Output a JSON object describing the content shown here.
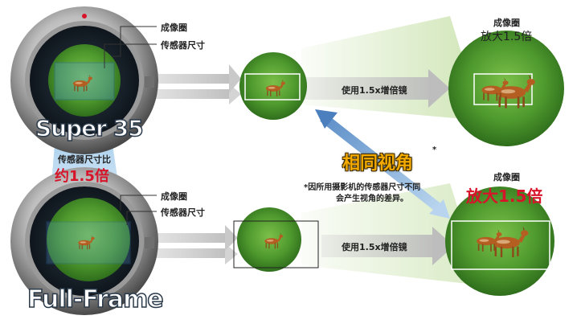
{
  "labels": {
    "mount_top": "Super 35",
    "mount_bottom": "Full-Frame",
    "image_circle_top": "成像圈",
    "sensor_size_top": "传感器尺寸",
    "image_circle_bottom": "成像圈",
    "sensor_size_bottom": "传感器尺寸",
    "ratio_prefix": "传感器尺寸比",
    "ratio_value": "约1.5倍",
    "extender_top": "使用1.5x增倍镜",
    "extender_bottom": "使用1.5x增倍镜",
    "same_angle": "相同视角",
    "same_angle_mark": "*",
    "note_line1": "*因所用摄影机的传感器尺寸不同",
    "note_line2": "会产生视角的差异。",
    "result_top_title": "成像圈",
    "result_top_zoom": "放大1.5倍",
    "result_bottom_title": "成像圈",
    "result_bottom_zoom": "放大1.5倍"
  },
  "colors": {
    "accent_red": "#d8142a",
    "accent_gold": "#f2a900",
    "arrow_gray": "#dadada",
    "grass_green": "#4f9a2e",
    "sensor_blue": "#5aa0d8"
  }
}
